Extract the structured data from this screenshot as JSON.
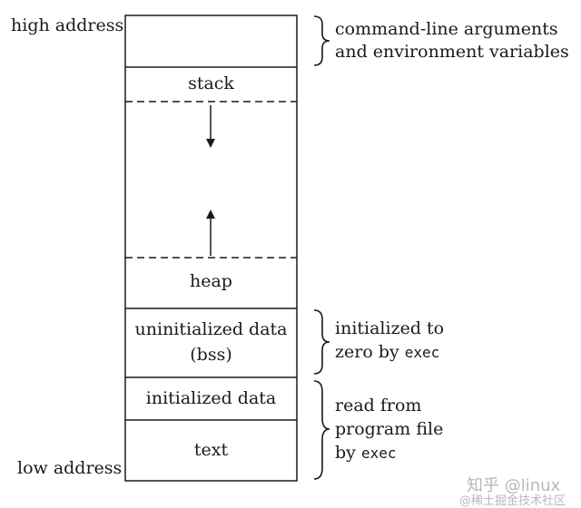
{
  "labels": {
    "high_address": "high address",
    "low_address": "low address"
  },
  "segments": {
    "args_env": "",
    "stack": "stack",
    "heap": "heap",
    "bss_line1": "uninitialized data",
    "bss_line2": "(bss)",
    "data": "initialized data",
    "text": "text"
  },
  "annotations": {
    "args": {
      "line1": "command-line arguments",
      "line2": "and environment variables"
    },
    "bss": {
      "line1": "initialized to",
      "line2_prefix": "zero by ",
      "line2_code": "exec"
    },
    "program": {
      "line1": "read from",
      "line2": "program file",
      "line3_prefix": "by ",
      "line3_code": "exec"
    }
  },
  "watermark": {
    "line1": "知乎 @linux",
    "line2": "@稀土掘金技术社区"
  },
  "colors": {
    "ink": "#1a1a1a",
    "watermark": "#b8b8b8"
  }
}
